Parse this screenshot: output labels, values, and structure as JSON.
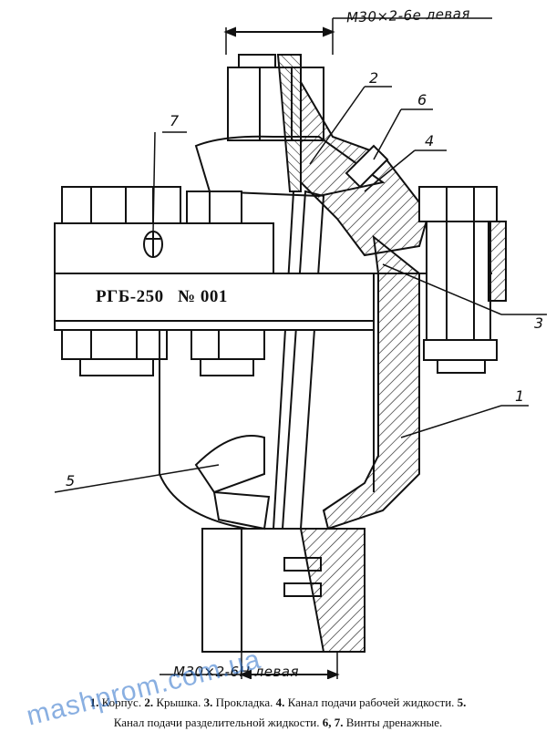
{
  "thread_labels": {
    "top": "М30×2-6е левая",
    "bottom": "М30×2-6Н левая"
  },
  "plate": {
    "model": "РГБ-250",
    "number": "№ 001"
  },
  "callouts": [
    "1",
    "2",
    "3",
    "4",
    "5",
    "6",
    "7"
  ],
  "caption": {
    "items": [
      {
        "num": "1.",
        "text": "Корпус."
      },
      {
        "num": "2.",
        "text": "Крышка."
      },
      {
        "num": "3.",
        "text": "Прокладка."
      },
      {
        "num": "4.",
        "text": "Канал подачи рабочей жидкости."
      },
      {
        "num": "5.",
        "text": "Канал подачи разделительной жидкости."
      },
      {
        "num": "6, 7.",
        "text": "Винты дренажные."
      }
    ]
  },
  "watermark": "mashprom.com.ua",
  "colors": {
    "ink": "#111111",
    "watermark": "#3c78c8"
  }
}
